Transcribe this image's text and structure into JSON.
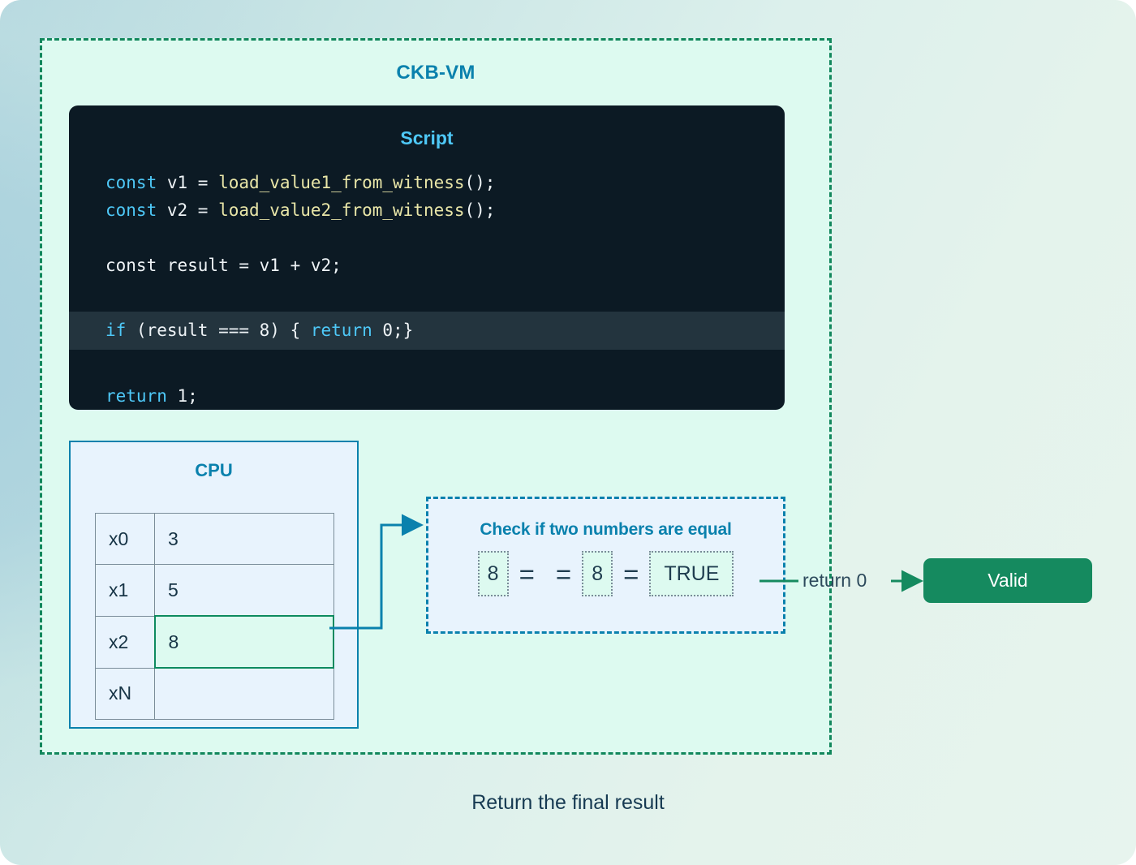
{
  "caption": "Return the final result",
  "vm": {
    "title": "CKB-VM"
  },
  "script": {
    "title": "Script",
    "lines": [
      {
        "id": "l1",
        "tokens": [
          {
            "t": "const ",
            "c": "kw"
          },
          {
            "t": "v1 = ",
            "c": "pl"
          },
          {
            "t": "load_value1_from_witness",
            "c": "fn"
          },
          {
            "t": "();",
            "c": "pl"
          }
        ]
      },
      {
        "id": "l2",
        "tokens": [
          {
            "t": "const ",
            "c": "kw"
          },
          {
            "t": "v2 = ",
            "c": "pl"
          },
          {
            "t": "load_value2_from_witness",
            "c": "fn"
          },
          {
            "t": "();",
            "c": "pl"
          }
        ]
      },
      {
        "id": "l3",
        "tokens": []
      },
      {
        "id": "l4",
        "tokens": [
          {
            "t": "const result = v1 + v2;",
            "c": "pl"
          }
        ]
      },
      {
        "id": "l5",
        "tokens": []
      },
      {
        "id": "l6",
        "highlight": true,
        "tokens": [
          {
            "t": "if ",
            "c": "kw"
          },
          {
            "t": "(result === 8) { ",
            "c": "pl"
          },
          {
            "t": "return ",
            "c": "kw"
          },
          {
            "t": "0;}",
            "c": "pl"
          }
        ]
      },
      {
        "id": "l7",
        "tokens": []
      },
      {
        "id": "l8",
        "tokens": [
          {
            "t": "return ",
            "c": "kw"
          },
          {
            "t": "1;",
            "c": "pl"
          }
        ]
      }
    ],
    "plain_text": [
      "const v1 = load_value1_from_witness();",
      "const v2 = load_value2_from_witness();",
      "",
      "const result = v1 + v2;",
      "",
      "if (result === 8) { return 0;}",
      "",
      "return 1;"
    ]
  },
  "cpu": {
    "title": "CPU",
    "registers": [
      {
        "name": "x0",
        "value": "3",
        "active": false
      },
      {
        "name": "x1",
        "value": "5",
        "active": false
      },
      {
        "name": "x2",
        "value": "8",
        "active": true
      },
      {
        "name": "xN",
        "value": "",
        "active": false
      }
    ]
  },
  "check": {
    "title": "Check if two numbers are equal",
    "left_value": "8",
    "operator_1": "=",
    "operator_2": "=",
    "right_value": "8",
    "operator_3": "=",
    "result": "TRUE"
  },
  "result": {
    "return_label": "return 0",
    "valid_label": "Valid"
  },
  "colors": {
    "vm_border": "#12875c",
    "vm_fill": "#ddfaf0",
    "accent_blue": "#0a81ad",
    "accent_cyan": "#4ec8f7",
    "code_bg": "#0c1a24",
    "code_highlight_bg": "#23343e",
    "keyword": "#4ec8f7",
    "function_name": "#e9e6a8",
    "plain_code": "#eef3f6",
    "cpu_fill": "#e8f3fd",
    "table_border": "#7a8c99",
    "active_green": "#0e8a5f",
    "active_green_fill": "#ddfaf0",
    "valid_green": "#158a5f",
    "text_dark": "#163a52"
  }
}
